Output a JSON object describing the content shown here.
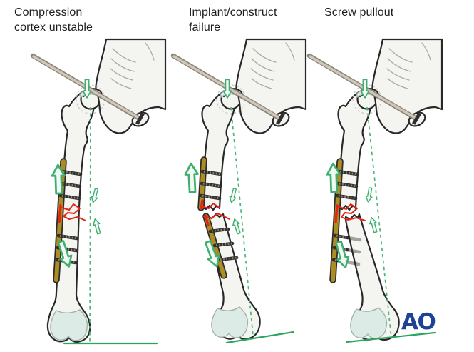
{
  "labels": {
    "panel1": "Compression\ncortex unstable",
    "panel2": "Implant/construct\nfailure",
    "panel3": "Screw pullout"
  },
  "brand": {
    "logo_text": "AO"
  },
  "colors": {
    "background": "#ffffff",
    "label_text": "#1c1c1c",
    "bone_fill": "#f4f4f1",
    "bone_outline": "#282828",
    "cartilage": "#dcebe5",
    "cartilage_outline": "#9fb3ac",
    "pelvis_hatch": "#a8aca8",
    "acetab_dash": "#c4c9c5",
    "rod_dark": "#8d8579",
    "rod_light": "#cfc8ba",
    "rod_cap": "#2f2f2f",
    "plate_gold": "#ab8d23",
    "plate_outline": "#2b2b2b",
    "screw_dark": "#32302c",
    "screw_thread": "#8a857c",
    "fracture_red": "#e42516",
    "arrow_green": "#3fae6e",
    "arrow_fill": "#f0f9f3",
    "axis_dash_green": "#4ab778",
    "baseline_green": "#2ca45f",
    "logo_blue": "#1d4296"
  }
}
